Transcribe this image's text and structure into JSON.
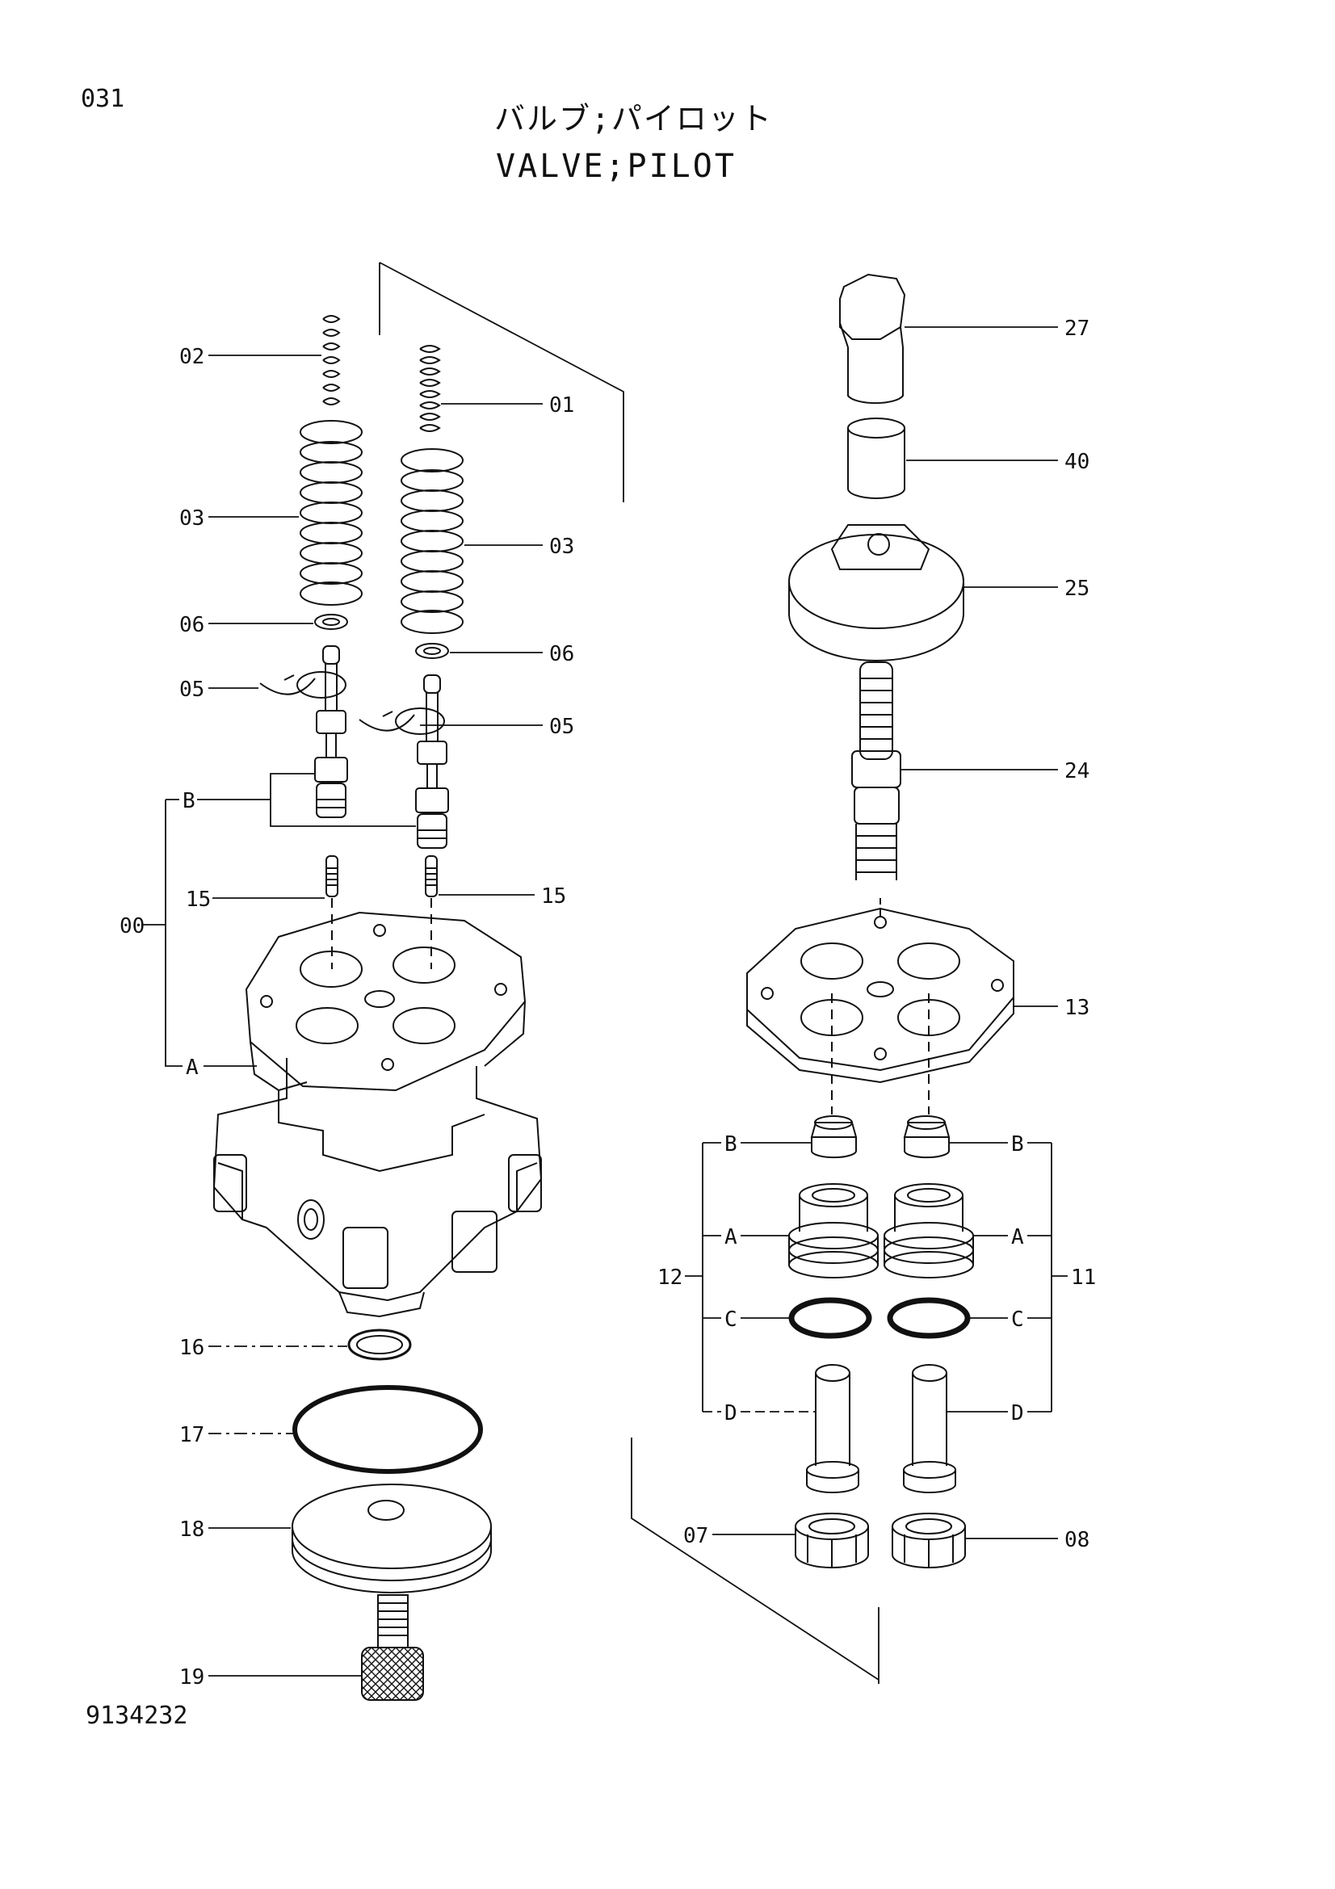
{
  "header": {
    "page_number": "031",
    "title_jp": "バルブ;パイロット",
    "title_en": "VALVE;PILOT"
  },
  "footer": {
    "drawing_number": "9134232"
  },
  "callouts": {
    "p02": "02",
    "p01": "01",
    "p03_left": "03",
    "p03_right": "03",
    "p06_left": "06",
    "p06_right": "06",
    "p05_left": "05",
    "p05_right": "05",
    "b_left": "B",
    "p00": "00",
    "p15_left": "15",
    "p15_right": "15",
    "a_left": "A",
    "p16": "16",
    "p17": "17",
    "p18": "18",
    "p19": "19",
    "p27": "27",
    "p40": "40",
    "p25": "25",
    "p24": "24",
    "p13": "13",
    "p12": "12",
    "b_12": "B",
    "a_12": "A",
    "c_12": "C",
    "d_12": "D",
    "p11": "11",
    "b_11": "B",
    "a_11": "A",
    "c_11": "C",
    "d_11": "D",
    "p07": "07",
    "p08": "08"
  }
}
